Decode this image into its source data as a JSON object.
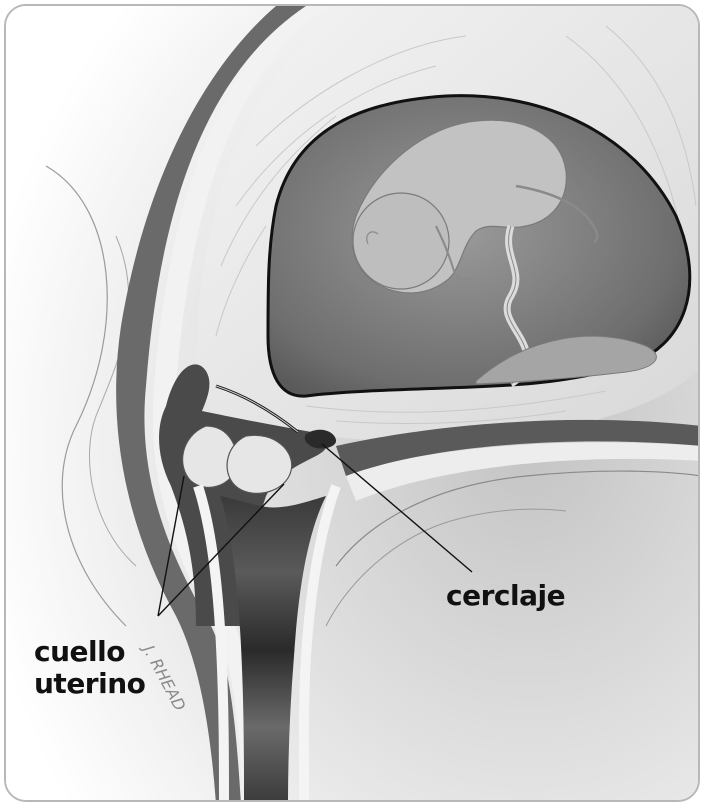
{
  "labels": {
    "cerclaje": "cerclaje",
    "cuello_line1": "cuello",
    "cuello_line2": "uterino"
  },
  "signature": "J. RHEAD",
  "colors": {
    "frame_border": "#b8b8b8",
    "background_gray": "#d8d8d8",
    "uterine_wall": "#ededed",
    "amniotic_fluid": "#7a7a7a",
    "fetus": "#bdbdbd",
    "dark_canal": "#3a3a3a",
    "suture": "#222222"
  }
}
